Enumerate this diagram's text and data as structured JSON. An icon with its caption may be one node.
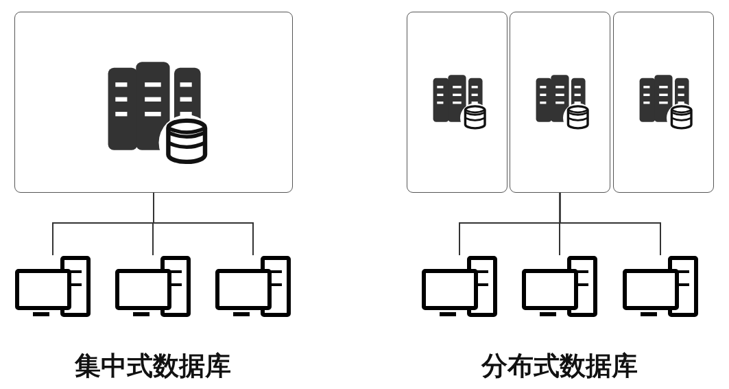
{
  "diagram": {
    "nodes": [
      {
        "text": [],
        "shape": "box"
      },
      {
        "text": [],
        "shape": "picture"
      },
      {
        "text": [],
        "shape": "picture"
      },
      {
        "text": [],
        "shape": "picture"
      },
      {
        "text": [],
        "shape": "box"
      },
      {
        "text": [],
        "shape": "box"
      },
      {
        "text": [],
        "shape": "box"
      },
      {
        "text": [],
        "shape": "picture"
      },
      {
        "text": [],
        "shape": "picture"
      },
      {
        "text": [],
        "shape": "picture"
      }
    ],
    "edges": [
      {
        "from": 0,
        "to": 1,
        "arrow": "none"
      },
      {
        "from": 0,
        "to": 2,
        "arrow": "none"
      },
      {
        "from": 0,
        "to": 3,
        "arrow": "none"
      },
      {
        "from": 5,
        "to": 7,
        "arrow": "none"
      },
      {
        "from": 5,
        "to": 8,
        "arrow": "none"
      },
      {
        "from": 5,
        "to": 9,
        "arrow": "none"
      }
    ],
    "labels": [
      "集中式数据库",
      "分布式数据库"
    ]
  }
}
